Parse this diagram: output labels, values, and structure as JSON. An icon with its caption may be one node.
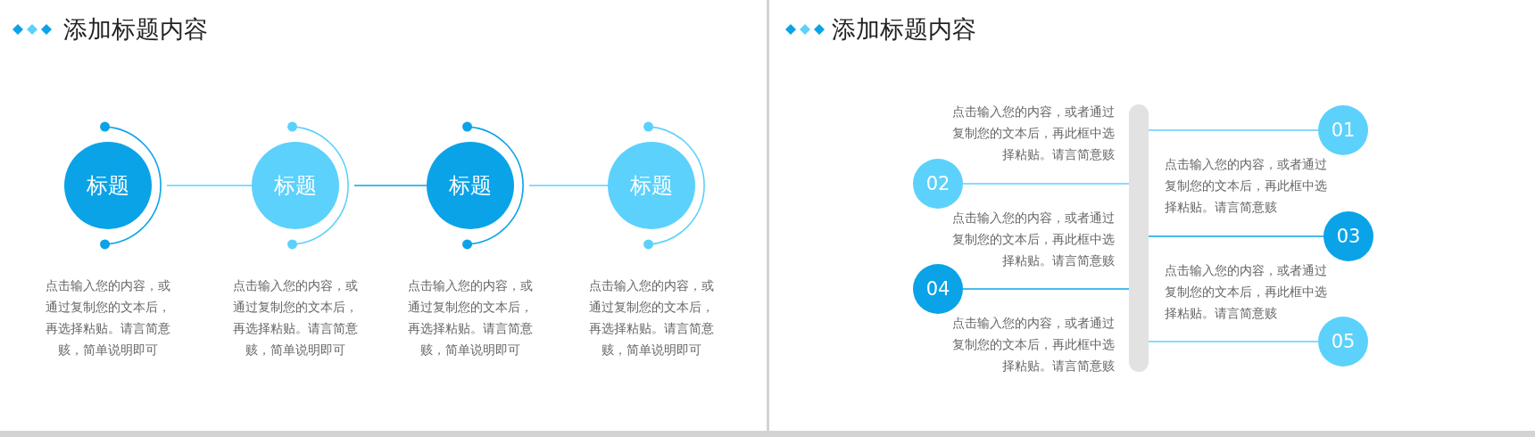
{
  "diagram": {
    "title": "添加标题内容",
    "nodes": [
      {
        "text": [
          "标题"
        ]
      },
      {
        "text": [
          "标题"
        ]
      },
      {
        "text": [
          "标题"
        ]
      },
      {
        "text": [
          "标题"
        ]
      },
      {
        "text": [],
        "shape": "bar"
      },
      {
        "text": [
          "01"
        ]
      },
      {
        "text": [
          "02"
        ]
      },
      {
        "text": [
          "03"
        ]
      },
      {
        "text": [
          "04"
        ]
      },
      {
        "text": [
          "05"
        ]
      }
    ],
    "edges": [
      {
        "from": 0,
        "to": 1,
        "arrow": "none"
      },
      {
        "from": 1,
        "to": 2,
        "arrow": "none"
      },
      {
        "from": 2,
        "to": 3,
        "arrow": "none"
      },
      {
        "from": 4,
        "to": 5,
        "arrow": "none"
      },
      {
        "from": 4,
        "to": 6,
        "arrow": "none"
      },
      {
        "from": 4,
        "to": 7,
        "arrow": "none"
      },
      {
        "from": 4,
        "to": 8,
        "arrow": "none"
      },
      {
        "from": 4,
        "to": 9,
        "arrow": "none"
      }
    ],
    "labels": [
      "点击输入您的内容，或通过复制您的文本后，再选择粘贴。请言简意赅，简单说明即可",
      "点击输入您的内容，或通过复制您的文本后，再选择粘贴。请言简意赅，简单说明即可",
      "点击输入您的内容，或通过复制您的文本后，再选择粘贴。请言简意赅，简单说明即可",
      "点击输入您的内容，或通过复制您的文本后，再选择粘贴。请言简意赅，简单说明即可",
      "添加标题内容",
      "点击输入您的内容，或者通过复制您的文本后，再此框中选择粘贴。请言简意赅",
      "点击输入您的内容，或者通过复制您的文本后，再此框中选择粘贴。请言简意赅",
      "点击输入您的内容，或者通过复制您的文本后，再此框中选择粘贴。请言简意赅",
      "点击输入您的内容，或者通过复制您的文本后，再此框中选择粘贴。请言简意赅",
      "点击输入您的内容，或者通过复制您的文本后，再此框中选择粘贴。请言简意赅"
    ]
  }
}
